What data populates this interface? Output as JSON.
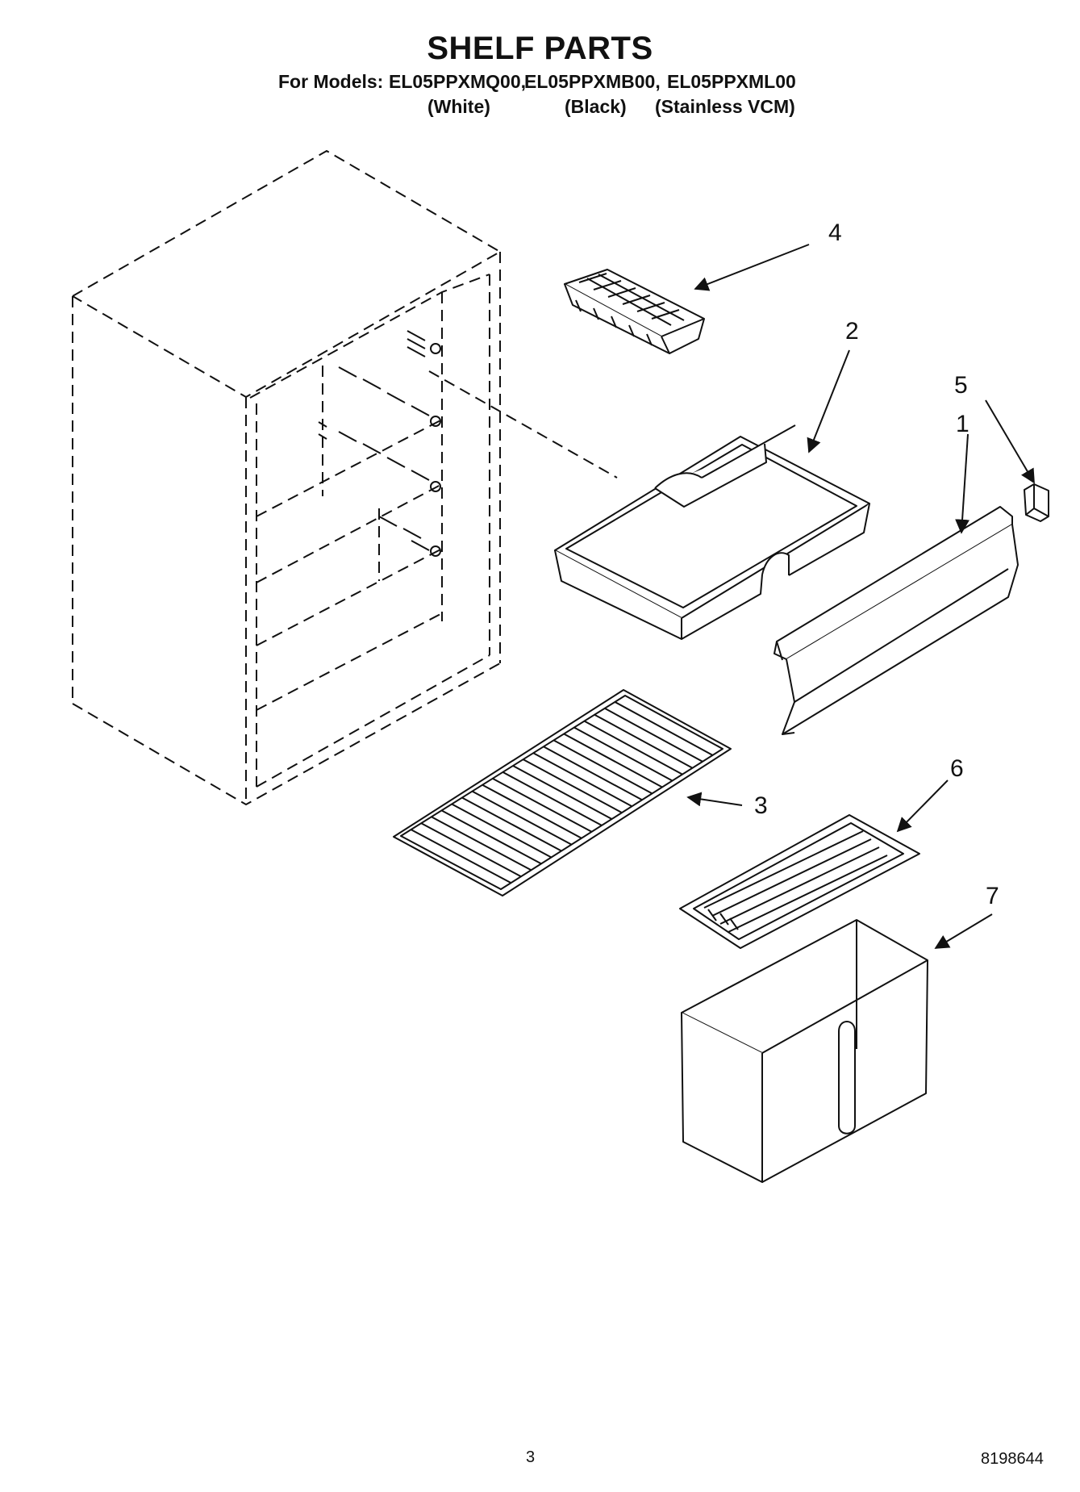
{
  "header": {
    "title": "SHELF PARTS",
    "models_label": "For Models:",
    "models": [
      "EL05PPXMQ00,",
      "EL05PPXMB00,",
      "EL05PPXML00"
    ],
    "colors": [
      "(White)",
      "(Black)",
      "(Stainless VCM)"
    ]
  },
  "diagram": {
    "callouts": [
      "1",
      "2",
      "3",
      "4",
      "5",
      "6",
      "7"
    ],
    "parts": [
      "cabinet-outline",
      "ice-cube-tray",
      "ice-bin-tray",
      "door-shelf-rail",
      "shelf-end-cap",
      "wire-shelf",
      "crisper-cover",
      "crisper-drawer"
    ]
  },
  "footer": {
    "page_number": "3",
    "document_number": "8198644"
  },
  "colors": {
    "ink": "#111111",
    "paper": "#ffffff"
  }
}
